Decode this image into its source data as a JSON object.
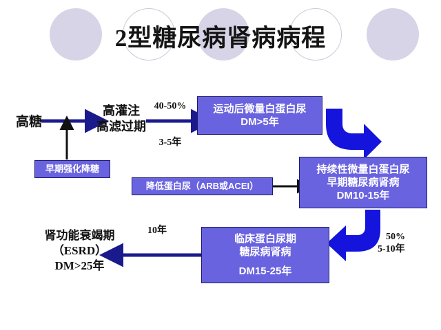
{
  "title": {
    "text": "2型糖尿病肾病病程",
    "decor_circles": [
      {
        "kind": "filled"
      },
      {
        "kind": "outline"
      },
      {
        "kind": "filled"
      },
      {
        "kind": "outline"
      },
      {
        "kind": "filled"
      }
    ]
  },
  "colors": {
    "box_fill": "#6a63e0",
    "box_border": "#1b1b6e",
    "arrow_navy": "#1a1a8c",
    "arrow_blue": "#1414dc",
    "arrow_black": "#111111",
    "circle_fill": "#d6d4e6",
    "background": "#ffffff",
    "text_dark": "#111111",
    "text_light": "#ffffff"
  },
  "nodes": {
    "hyperglycemia": {
      "label": "高糖"
    },
    "hyperfiltration": {
      "line1": "高灌注",
      "line2": "高滤过期"
    },
    "early_intensive_glucose_control": {
      "label": "早期强化降糖"
    },
    "exercise_microalbuminuria": {
      "line1": "运动后微量白蛋白尿",
      "line2": "DM>5年"
    },
    "reduce_proteinuria": {
      "label": "降低蛋白尿（ARB或ACEI）"
    },
    "persistent_microalbuminuria": {
      "line1": "持续性微量白蛋白尿",
      "line2": "早期糖尿病肾病",
      "line3": "DM10-15年"
    },
    "clinical_proteinuria": {
      "line1": "临床蛋白尿期",
      "line2": "糖尿病肾病",
      "line3": "DM15-25年"
    },
    "renal_failure_esrd": {
      "line1": "肾功能衰竭期",
      "line2": "（ESRD）",
      "line3": "DM>25年"
    }
  },
  "annotations": {
    "hyperfiltration_to_exercise_percent": "40-50%",
    "hyperfiltration_to_exercise_years": "3-5年",
    "clinical_to_esrd_years": "10年",
    "persistent_to_clinical_percent": "50%",
    "persistent_to_clinical_years": "5-10年"
  }
}
